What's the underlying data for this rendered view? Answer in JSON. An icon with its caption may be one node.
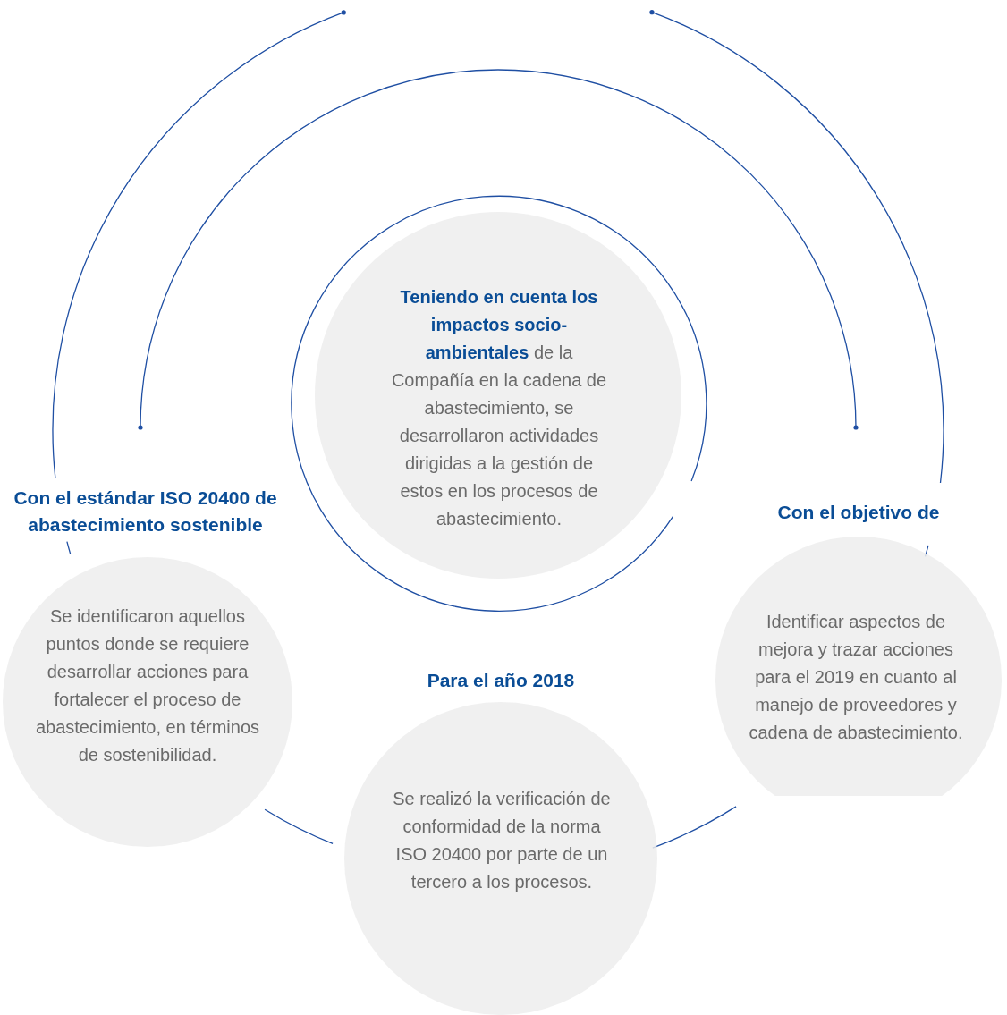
{
  "diagram": {
    "nodes": [
      {
        "text": [
          "**Teniendo en cuenta los impactos socio-ambientales** de la Compañía en la cadena de abastecimiento, se desarrollaron actividades dirigidas a la gestión de estos en los procesos de abastecimiento."
        ]
      },
      {
        "text": [
          "Con el estándar ISO 20400 de abastecimiento sostenible",
          "Se identificaron aquellos puntos donde se requiere desarrollar acciones para fortalecer el proceso de abastecimiento, en términos de sostenibilidad."
        ]
      },
      {
        "text": [
          "Para el año 2018",
          "Se realizó la verificación de conformidad de la norma ISO 20400 por parte de un tercero a los procesos."
        ]
      },
      {
        "text": [
          "Con el objetivo de",
          "Identificar aspectos de mejora y trazar acciones para el 2019 en cuanto al manejo de proveedores y cadena de abastecimiento."
        ]
      }
    ],
    "edges": []
  }
}
